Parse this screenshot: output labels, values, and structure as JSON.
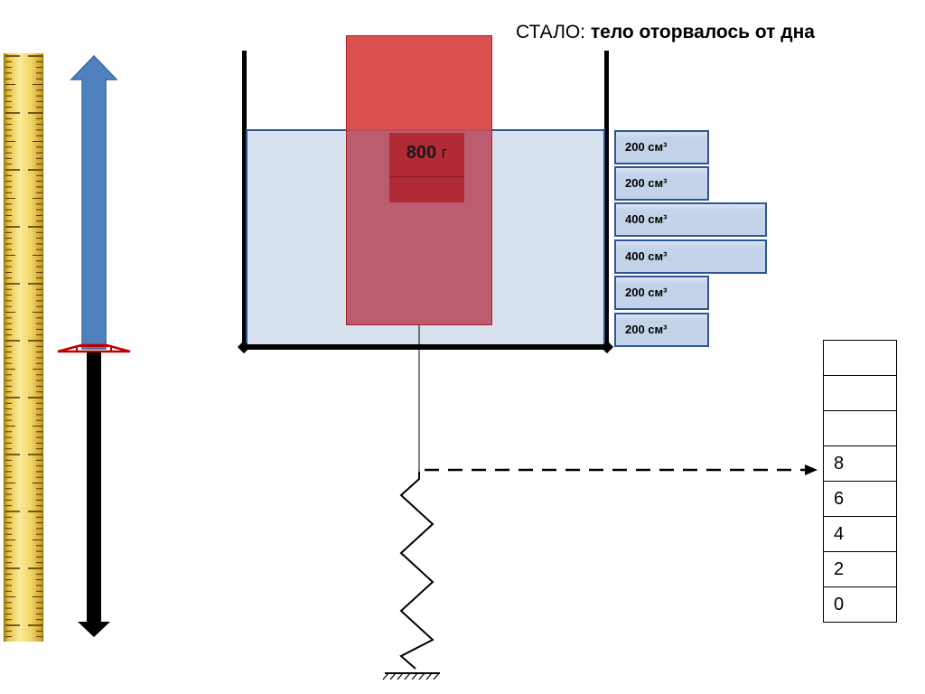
{
  "caption": {
    "prefix": "СТАЛО: ",
    "bold": "тело оторвалось от дна"
  },
  "body": {
    "mass_value": "800",
    "mass_unit": "г"
  },
  "volume_blocks": [
    "200 см³",
    "200 см³",
    "400 см³",
    "400 см³",
    "200 см³",
    "200 см³"
  ],
  "scale_readings": [
    "",
    "",
    "",
    "8",
    "6",
    "4",
    "2",
    "0"
  ],
  "colors": {
    "force_up": "#4f81bd",
    "force_down": "#000000",
    "body": "#d9504f",
    "water": "#d6e0ee",
    "water_border": "#2f5597"
  }
}
